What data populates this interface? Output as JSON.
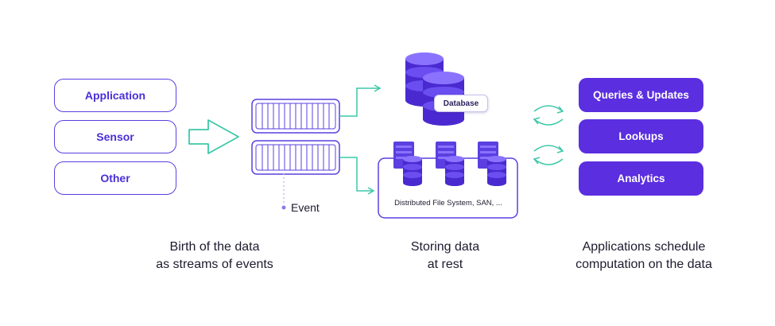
{
  "sources": [
    "Application",
    "Sensor",
    "Other"
  ],
  "event_label": "Event",
  "storage": {
    "database_label": "Database",
    "dfs_label": "Distributed File System, SAN, ..."
  },
  "applications": [
    "Queries & Updates",
    "Lookups",
    "Analytics"
  ],
  "captions": {
    "left": "Birth of the data\nas streams of events",
    "middle": "Storing data\nat rest",
    "right": "Applications schedule\ncomputation on the data"
  },
  "colors": {
    "accent": "#5b2ee0",
    "outline": "#5b3fe0",
    "arrow_teal": "#3cc8a8"
  }
}
